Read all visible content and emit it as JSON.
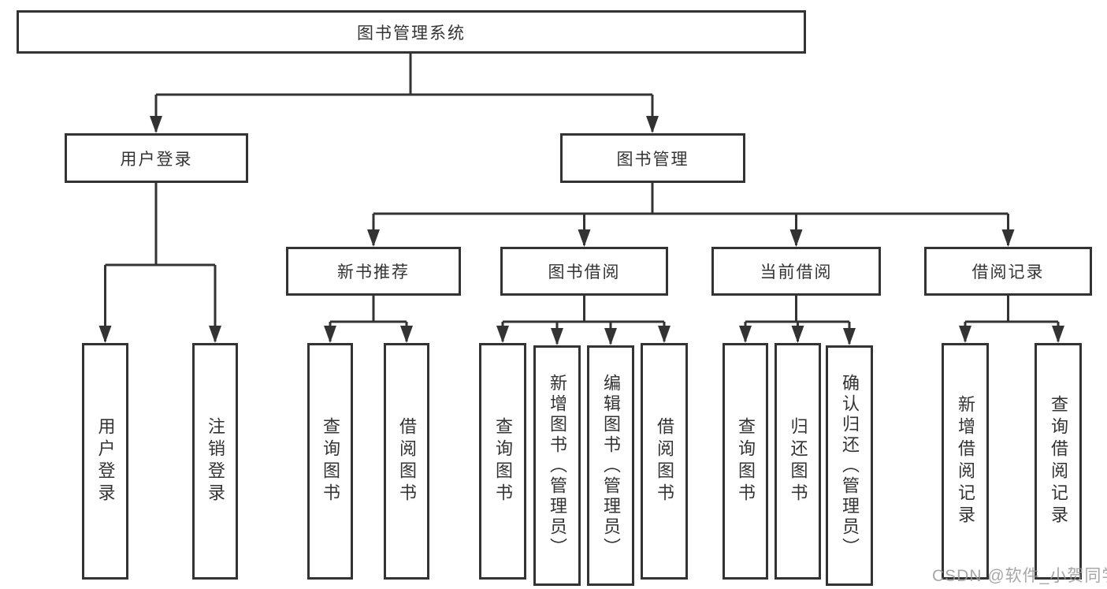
{
  "page": {
    "background": "#ffffff"
  },
  "colors": {
    "line": "#333333",
    "box_border": "#333333",
    "text": "#333333",
    "watermark": "#989898"
  },
  "tree": {
    "root": {
      "label": "图书管理系统"
    },
    "branches": [
      {
        "label": "用户登录",
        "children": [
          {
            "label": "用户登录"
          },
          {
            "label": "注销登录"
          }
        ]
      },
      {
        "label": "图书管理",
        "sections": [
          {
            "label": "新书推荐",
            "children": [
              {
                "label": "查询图书"
              },
              {
                "label": "借阅图书"
              }
            ]
          },
          {
            "label": "图书借阅",
            "children": [
              {
                "label": "查询图书"
              },
              {
                "label": "新增图书（管理员）"
              },
              {
                "label": "编辑图书（管理员）"
              },
              {
                "label": "借阅图书"
              }
            ]
          },
          {
            "label": "当前借阅",
            "children": [
              {
                "label": "查询图书"
              },
              {
                "label": "归还图书"
              },
              {
                "label": "确认归还（管理员）"
              }
            ]
          },
          {
            "label": "借阅记录",
            "children": [
              {
                "label": "新增借阅记录"
              },
              {
                "label": "查询借阅记录"
              }
            ]
          }
        ]
      }
    ]
  },
  "watermark": {
    "text": "CSDN @软件_小贺同学"
  }
}
